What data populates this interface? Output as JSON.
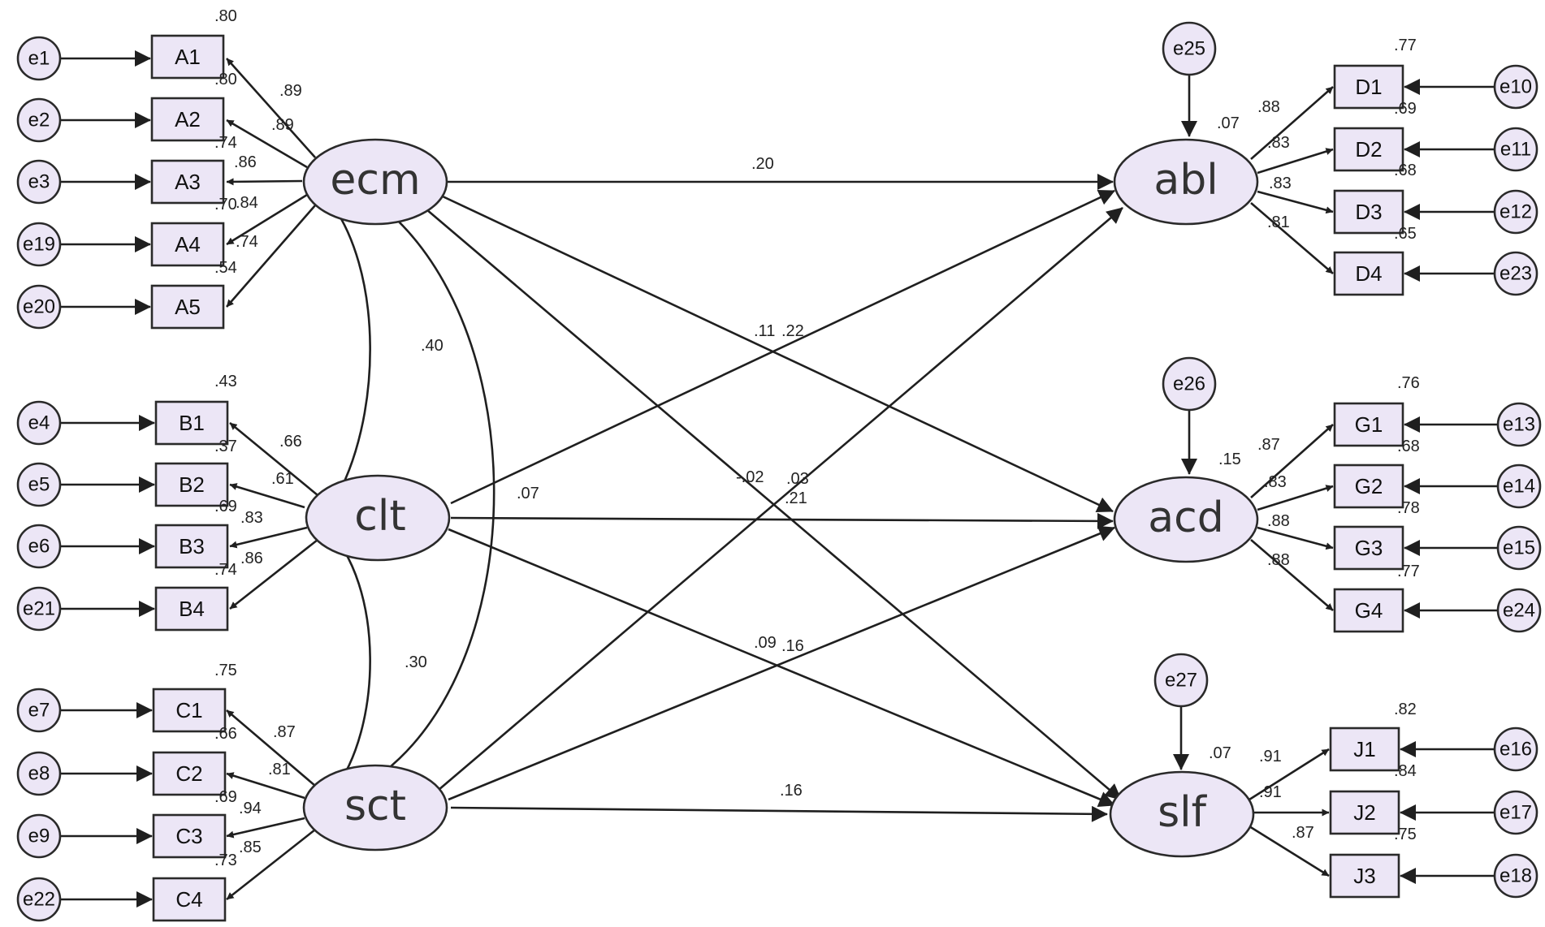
{
  "colors": {
    "node_fill": "#ece6f6",
    "stroke": "#1f1f1f"
  },
  "latents": {
    "ecm": "ecm",
    "clt": "clt",
    "sct": "sct",
    "abl": "abl",
    "acd": "acd",
    "slf": "slf"
  },
  "indicators": {
    "A1": "A1",
    "A2": "A2",
    "A3": "A3",
    "A4": "A4",
    "A5": "A5",
    "B1": "B1",
    "B2": "B2",
    "B3": "B3",
    "B4": "B4",
    "C1": "C1",
    "C2": "C2",
    "C3": "C3",
    "C4": "C4",
    "D1": "D1",
    "D2": "D2",
    "D3": "D3",
    "D4": "D4",
    "G1": "G1",
    "G2": "G2",
    "G3": "G3",
    "G4": "G4",
    "J1": "J1",
    "J2": "J2",
    "J3": "J3"
  },
  "errors": {
    "e1": "e1",
    "e2": "e2",
    "e3": "e3",
    "e19": "e19",
    "e20": "e20",
    "e4": "e4",
    "e5": "e5",
    "e6": "e6",
    "e21": "e21",
    "e7": "e7",
    "e8": "e8",
    "e9": "e9",
    "e22": "e22",
    "e10": "e10",
    "e11": "e11",
    "e12": "e12",
    "e23": "e23",
    "e13": "e13",
    "e14": "e14",
    "e15": "e15",
    "e24": "e24",
    "e16": "e16",
    "e17": "e17",
    "e18": "e18",
    "e25": "e25",
    "e26": "e26",
    "e27": "e27"
  },
  "r2": {
    "A1": ".80",
    "A2": ".80",
    "A3": ".74",
    "A4": ".70",
    "A5": ".54",
    "B1": ".43",
    "B2": ".37",
    "B3": ".69",
    "B4": ".74",
    "C1": ".75",
    "C2": ".66",
    "C3": ".69",
    "C4": ".73",
    "D1": ".77",
    "D2": ".69",
    "D3": ".68",
    "D4": ".65",
    "G1": ".76",
    "G2": ".68",
    "G3": ".78",
    "G4": ".77",
    "J1": ".82",
    "J2": ".84",
    "J3": ".75",
    "abl": ".07",
    "acd": ".15",
    "slf": ".07"
  },
  "loadings": {
    "A1": ".89",
    "A2": ".89",
    "A3": ".86",
    "A4": ".84",
    "A5": ".74",
    "B1": ".66",
    "B2": ".61",
    "B3": ".83",
    "B4": ".86",
    "C1": ".87",
    "C2": ".81",
    "C3": ".94",
    "C4": ".85",
    "D1": ".88",
    "D2": ".83",
    "D3": ".83",
    "D4": ".81",
    "G1": ".87",
    "G2": ".83",
    "G3": ".88",
    "G4": ".88",
    "J1": ".91",
    "J2": ".91",
    "J3": ".87"
  },
  "covariances": {
    "ecm_clt": ".40",
    "clt_sct": ".30",
    "ecm_sct": ".07"
  },
  "paths": {
    "ecm_abl": ".20",
    "ecm_acd": ".11",
    "clt_abl": ".22",
    "ecm_slf": "-.02",
    "sct_abl": ".03",
    "clt_acd": ".21",
    "clt_slf": ".09",
    "sct_acd": ".16",
    "sct_slf": ".16"
  }
}
